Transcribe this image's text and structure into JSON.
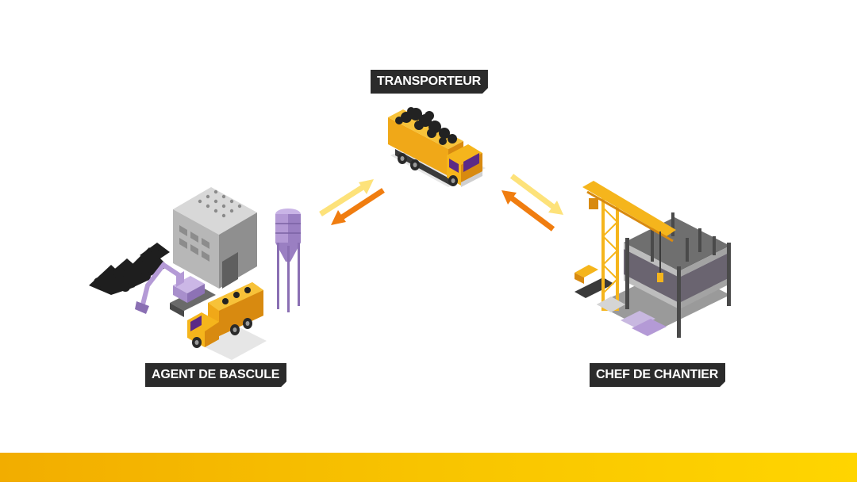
{
  "roles": {
    "transporteur": "TRANSPORTEUR",
    "agent_de_bascule": "AGENT DE BASCULE",
    "chef_de_chantier": "CHEF DE CHANTIER"
  },
  "colors": {
    "label_background": "#2b2b2b",
    "label_text": "#ffffff",
    "truck_yellow": "#f5b51c",
    "truck_cab_glass": "#5b2a86",
    "arrow_light": "#fde27a",
    "arrow_dark": "#f07d10",
    "silo_purple": "#b49ad6",
    "bottom_band_start": "#f2ad00",
    "bottom_band_end": "#ffd500"
  },
  "icons": [
    "dump-truck-loaded",
    "asphalt-plant",
    "silo",
    "excavator",
    "building-under-construction",
    "tower-crane"
  ]
}
